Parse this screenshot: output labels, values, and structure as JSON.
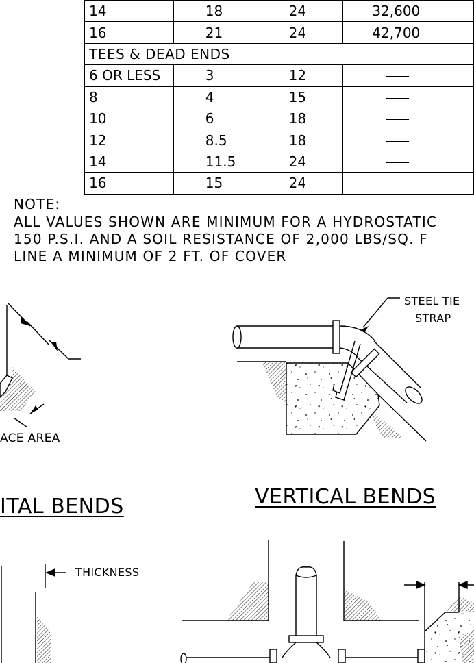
{
  "table": {
    "rows": [
      [
        "14",
        "18",
        "24",
        "32,600"
      ],
      [
        "16",
        "21",
        "24",
        "42,700"
      ]
    ],
    "section_header": "TEES & DEAD ENDS",
    "section_rows": [
      [
        "6 OR LESS",
        "3",
        "12"
      ],
      [
        "8",
        "4",
        "15"
      ],
      [
        "10",
        "6",
        "18"
      ],
      [
        "12",
        "8.5",
        "18"
      ],
      [
        "14",
        "11.5",
        "24"
      ],
      [
        "16",
        "15",
        "24"
      ]
    ]
  },
  "note": {
    "heading": "NOTE:",
    "line1": "ALL VALUES SHOWN ARE MINIMUM FOR A HYDROSTATIC",
    "line2": "150 P.S.I. AND A SOIL RESISTANCE OF 2,000 LBS/SQ. F",
    "line3": "LINE A MINIMUM OF 2 FT. OF COVER"
  },
  "labels": {
    "steel_tie_line1": "STEEL TIE",
    "steel_tie_line2": "STRAP",
    "bearing_area_partial": "ACE AREA",
    "horizontal_title_partial": "ITAL BENDS",
    "vertical_title": "VERTICAL BENDS",
    "thickness": "THICKNESS"
  }
}
